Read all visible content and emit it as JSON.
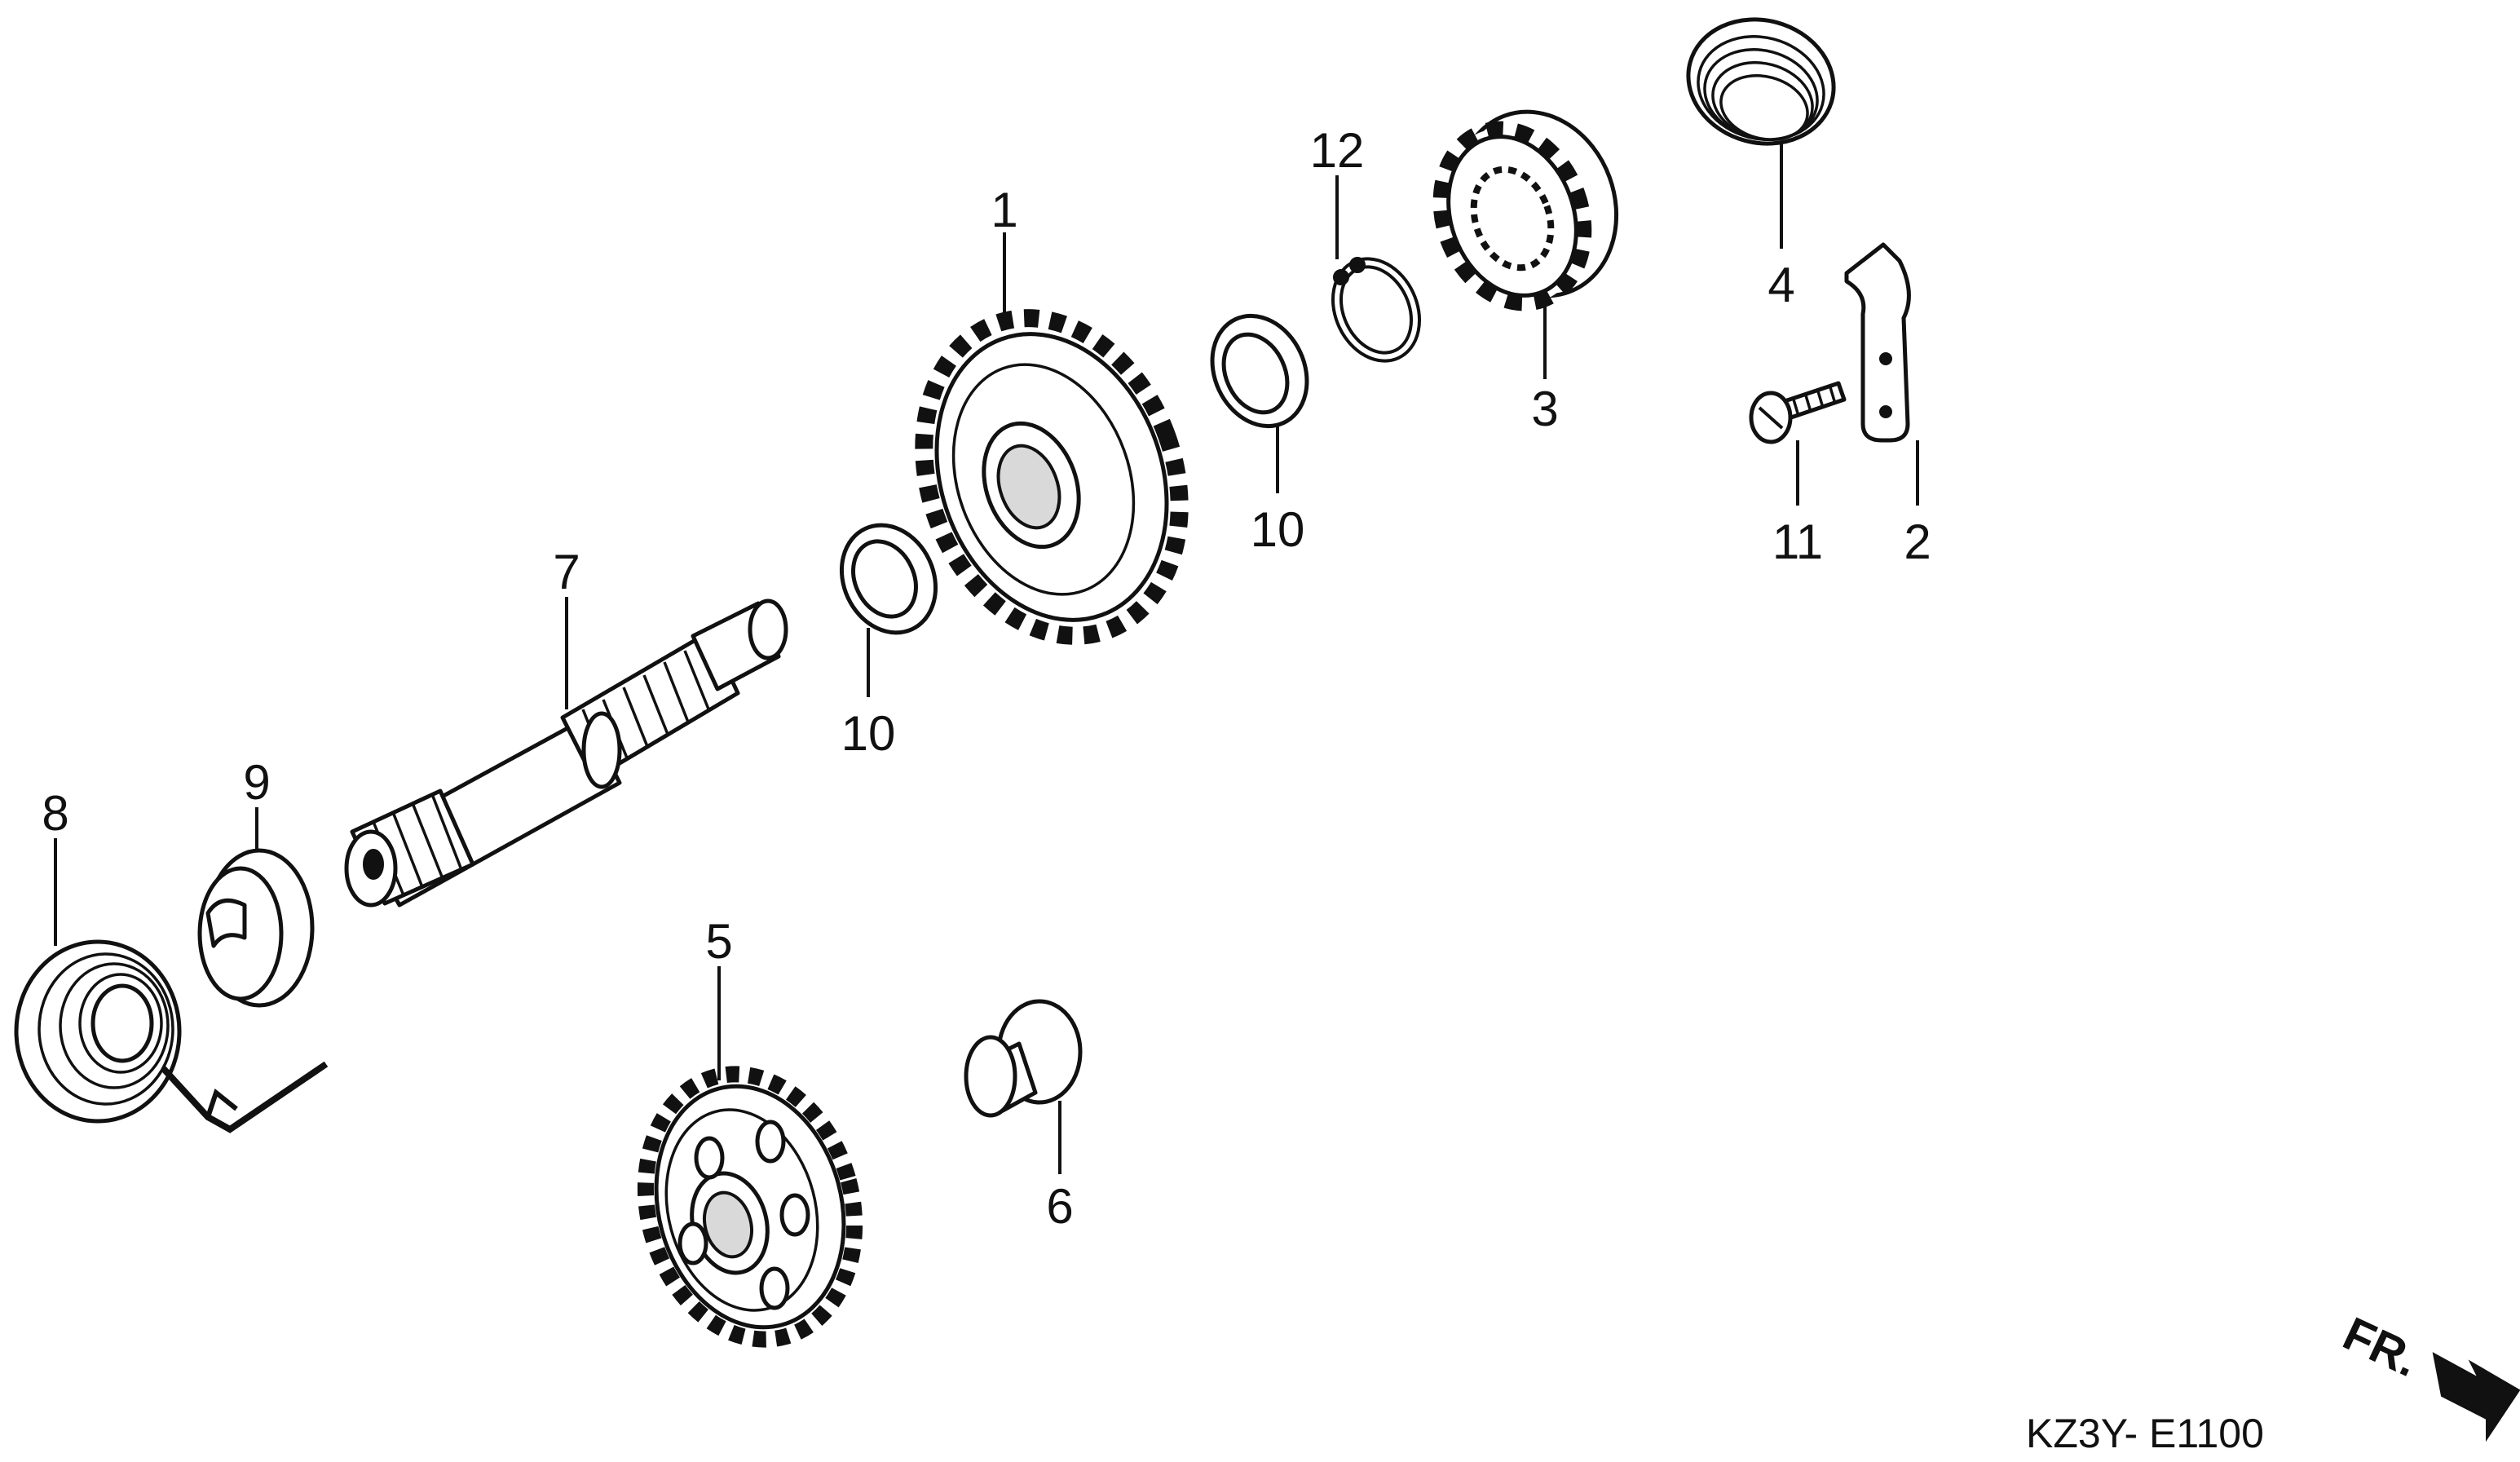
{
  "callouts": [
    {
      "id": "1",
      "label": "1"
    },
    {
      "id": "2",
      "label": "2"
    },
    {
      "id": "3",
      "label": "3"
    },
    {
      "id": "4",
      "label": "4"
    },
    {
      "id": "5",
      "label": "5"
    },
    {
      "id": "6",
      "label": "6"
    },
    {
      "id": "7",
      "label": "7"
    },
    {
      "id": "8",
      "label": "8"
    },
    {
      "id": "9",
      "label": "9"
    },
    {
      "id": "10a",
      "label": "10"
    },
    {
      "id": "10b",
      "label": "10"
    },
    {
      "id": "11",
      "label": "11"
    },
    {
      "id": "12",
      "label": "12"
    }
  ],
  "diagram_code": "KZ3Y- E1100",
  "direction_label": "FR."
}
